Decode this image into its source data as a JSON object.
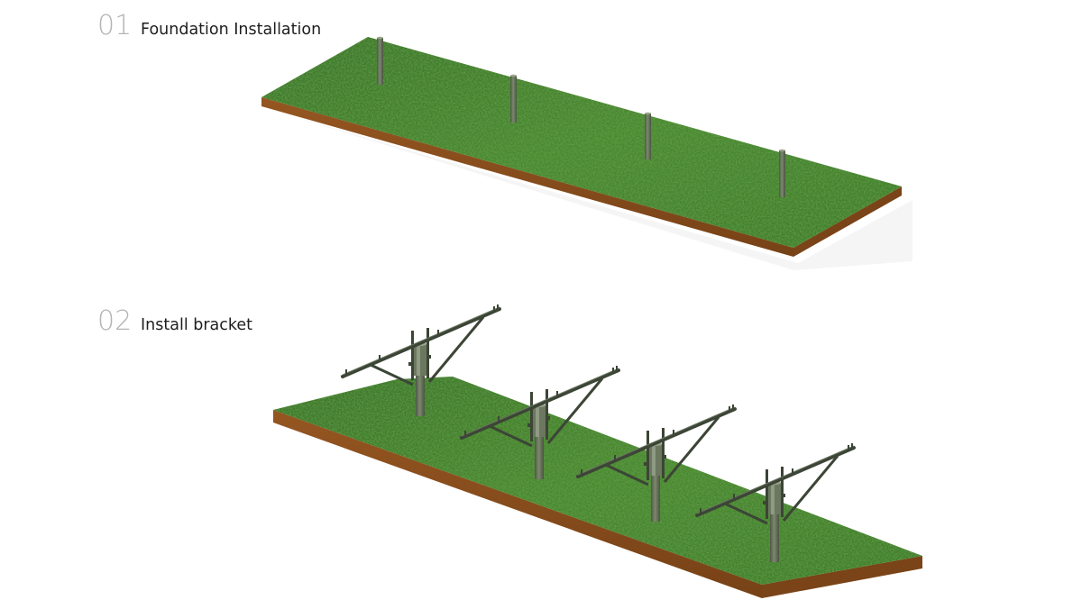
{
  "steps": [
    {
      "number": "01",
      "title": "Foundation Installation",
      "illustration": {
        "icon": "grass-slab-with-posts-icon",
        "post_count": 4
      }
    },
    {
      "number": "02",
      "title": "Install bracket",
      "illustration": {
        "icon": "grass-slab-with-brackets-icon",
        "bracket_count": 4
      }
    }
  ],
  "colors": {
    "grass": "#3f7a2a",
    "grass_light": "#5a9a35",
    "grass_dark": "#2c5e1f",
    "soil": "#8a4e1c",
    "soil_dark": "#6b3a14",
    "post": "#5f6a52",
    "bracket": "#3c4536",
    "number": "#b4b4b4",
    "title": "#1e1e1e"
  }
}
